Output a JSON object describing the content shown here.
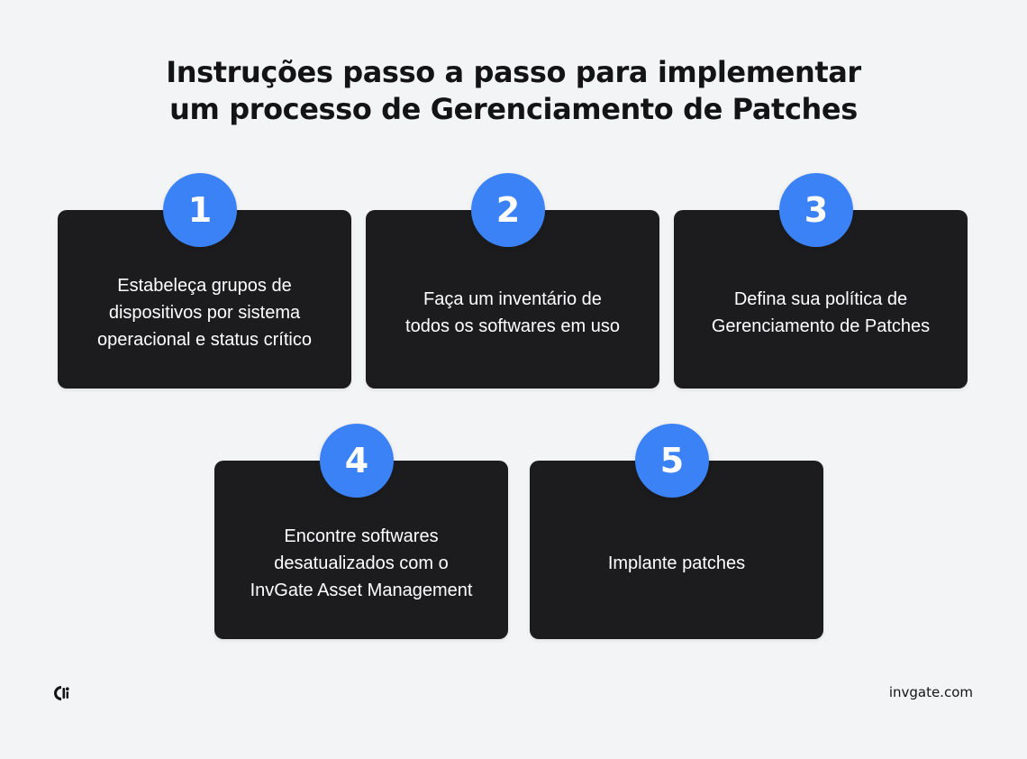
{
  "title": {
    "line1": "Instruções passo a passo para implementar",
    "line2": "um processo de Gerenciamento de Patches"
  },
  "steps": [
    {
      "number": "1",
      "lines": [
        "Estabeleça grupos de",
        "dispositivos por sistema",
        "operacional e status crítico"
      ]
    },
    {
      "number": "2",
      "lines": [
        "Faça um inventário de",
        "todos os softwares em uso"
      ]
    },
    {
      "number": "3",
      "lines": [
        "Defina sua política de",
        "Gerenciamento de Patches"
      ]
    },
    {
      "number": "4",
      "lines": [
        "Encontre softwares",
        "desatualizados com o",
        "InvGate Asset Management"
      ]
    },
    {
      "number": "5",
      "lines": [
        "Implante patches"
      ]
    }
  ],
  "footer": {
    "url": "invgate.com",
    "logo_icon": "invgate-logo-icon"
  },
  "colors": {
    "background": "#f3f4f6",
    "card": "#1c1c1e",
    "accent": "#3b82f6",
    "text_dark": "#141416",
    "text_light": "#ffffff"
  }
}
